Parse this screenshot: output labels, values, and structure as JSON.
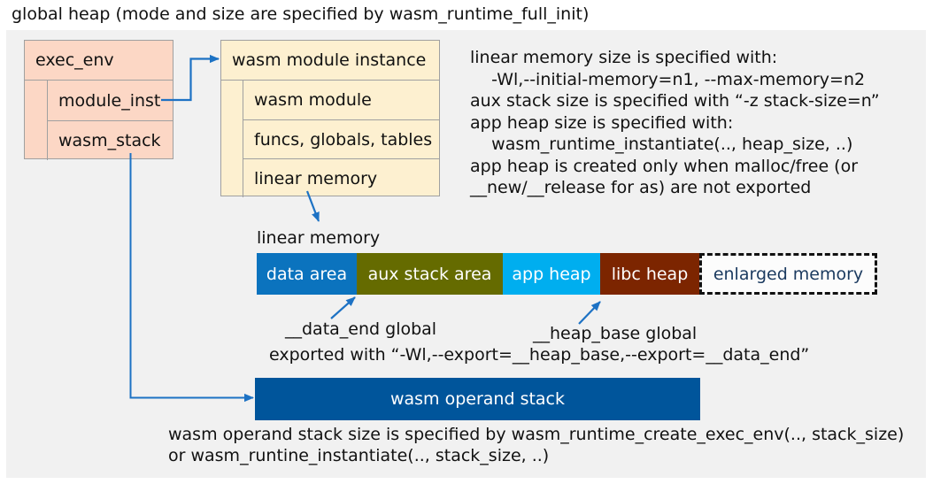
{
  "title": "global heap (mode and size are specified by wasm_runtime_full_init)",
  "exec_env": {
    "header": "exec_env",
    "fields": [
      "module_inst",
      "wasm_stack"
    ]
  },
  "module_instance": {
    "header": "wasm module instance",
    "fields": [
      "wasm module",
      "funcs, globals, tables",
      "linear memory"
    ]
  },
  "notes_right": {
    "lines": [
      "linear memory size is specified with:",
      "    -Wl,--initial-memory=n1, --max-memory=n2",
      "aux stack size is specified with “-z stack-size=n”",
      "app heap size is specified with:",
      "    wasm_runtime_instantiate(.., heap_size, ..)",
      "app heap is created only when malloc/free (or",
      "__new/__release for as) are not exported"
    ]
  },
  "linear_memory": {
    "label": "linear memory",
    "segments": [
      {
        "label": "data area",
        "color": "#0b73be",
        "text_color": "#ffffff"
      },
      {
        "label": "aux stack area",
        "color": "#656b00",
        "text_color": "#ffffff"
      },
      {
        "label": "app heap",
        "color": "#00aeef",
        "text_color": "#ffffff"
      },
      {
        "label": "libc heap",
        "color": "#7c2500",
        "text_color": "#ffffff"
      },
      {
        "label": "enlarged memory",
        "color": "#fcfcfc",
        "text_color": "#1b3a5f",
        "style": "dashed-outline"
      }
    ]
  },
  "annotations": {
    "data_end_label": "__data_end global",
    "heap_base_label": "__heap_base global",
    "exported_line": "exported with “-Wl,--export=__heap_base,--export=__data_end”"
  },
  "operand_stack": {
    "label": "wasm operand stack",
    "color": "#00559b"
  },
  "notes_bottom": {
    "lines": [
      "wasm operand stack size is specified by wasm_runtime_create_exec_env(.., stack_size)",
      "or wasm_runtine_instantiate(.., stack_size, ..)"
    ]
  },
  "colors": {
    "canvas_background": "#f1f1f1",
    "exec_env_fill": "#fcd7c5",
    "instance_fill": "#fdf0d0",
    "box_border": "#a0a0a0",
    "connector_blue": "#1d72c4",
    "text": "#111111"
  }
}
